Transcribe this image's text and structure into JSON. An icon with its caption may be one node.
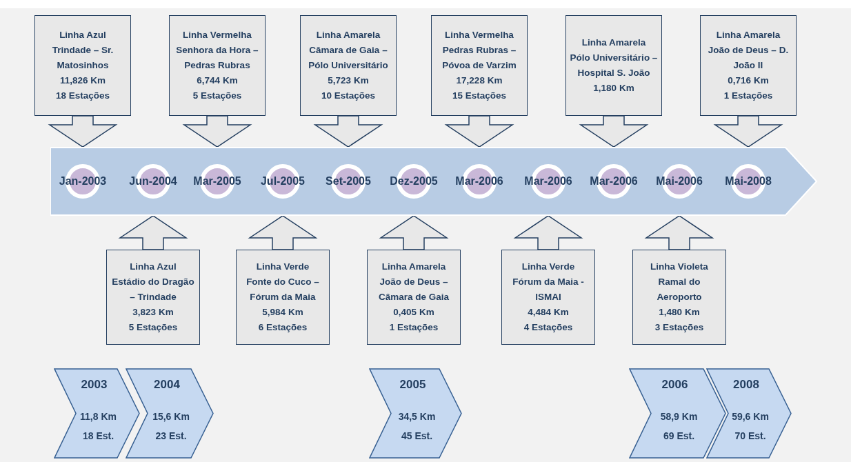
{
  "diagram": {
    "nodes": [
      {
        "text": [
          "Linha Azul",
          "Trindade – Sr. Matosinhos",
          "11,826 Km",
          "18 Estações"
        ]
      },
      {
        "text": [
          "Linha Vermelha",
          "Senhora da Hora – Pedras Rubras",
          "6,744 Km",
          "5 Estações"
        ]
      },
      {
        "text": [
          "Linha Amarela",
          "Câmara de Gaia – Pólo Universitário",
          "5,723 Km",
          "10 Estações"
        ]
      },
      {
        "text": [
          "Linha Vermelha",
          "Pedras Rubras – Póvoa de Varzim",
          "17,228 Km",
          "15 Estações"
        ]
      },
      {
        "text": [
          "Linha Amarela",
          "Pólo Universitário – Hospital S. João",
          "1,180 Km"
        ]
      },
      {
        "text": [
          "Linha Amarela",
          "João de Deus – D. João II",
          "0,716 Km",
          "1 Estações"
        ]
      },
      {
        "text": [],
        "shape": "arrow"
      },
      {
        "text": [
          "Jan-2003"
        ],
        "in": 6
      },
      {
        "text": [
          "Jun-2004"
        ],
        "in": 6
      },
      {
        "text": [
          "Mar-2005"
        ],
        "in": 6
      },
      {
        "text": [
          "Jul-2005"
        ],
        "in": 6
      },
      {
        "text": [
          "Set-2005"
        ],
        "in": 6
      },
      {
        "text": [
          "Dez-2005"
        ],
        "in": 6
      },
      {
        "text": [
          "Mar-2006"
        ],
        "in": 6
      },
      {
        "text": [
          "Mar-2006"
        ],
        "in": 6
      },
      {
        "text": [
          "Mar-2006"
        ],
        "in": 6
      },
      {
        "text": [
          "Mai-2006"
        ],
        "in": 6
      },
      {
        "text": [
          "Mai-2008"
        ],
        "in": 6
      },
      {
        "text": [
          "Linha Azul",
          "Estádio do Dragão – Trindade",
          "3,823 Km",
          "5 Estações"
        ]
      },
      {
        "text": [
          "Linha Verde",
          "Fonte do Cuco – Fórum da Maia",
          "5,984 Km",
          "6 Estações"
        ]
      },
      {
        "text": [
          "Linha Amarela",
          "João de Deus – Câmara de Gaia",
          "0,405 Km",
          "1 Estações"
        ]
      },
      {
        "text": [
          "Linha Verde",
          "Fórum da Maia - ISMAI",
          "4,484 Km",
          "4 Estações"
        ]
      },
      {
        "text": [
          "Linha Violeta",
          "Ramal do Aeroporto",
          "1,480 Km",
          "3 Estações"
        ]
      },
      {
        "text": [
          "2003",
          "11,8 Km",
          "18 Est."
        ]
      },
      {
        "text": [
          "2004",
          "15,6 Km",
          "23 Est."
        ]
      },
      {
        "text": [
          "2005",
          "34,5 Km",
          "45 Est."
        ]
      },
      {
        "text": [
          "2006",
          "58,9 Km",
          "69 Est."
        ]
      },
      {
        "text": [
          "2008",
          "59,6 Km",
          "70 Est."
        ]
      }
    ],
    "edges": [
      {
        "from": 0,
        "to": 7,
        "arrow": "to"
      },
      {
        "from": 1,
        "to": 9,
        "arrow": "to"
      },
      {
        "from": 2,
        "to": 11,
        "arrow": "to"
      },
      {
        "from": 3,
        "to": 13,
        "arrow": "to"
      },
      {
        "from": 4,
        "to": 15,
        "arrow": "to"
      },
      {
        "from": 5,
        "to": 17,
        "arrow": "to"
      },
      {
        "from": 18,
        "to": 8,
        "arrow": "to"
      },
      {
        "from": 19,
        "to": 10,
        "arrow": "to"
      },
      {
        "from": 20,
        "to": 12,
        "arrow": "to"
      },
      {
        "from": 21,
        "to": 14,
        "arrow": "to"
      },
      {
        "from": 22,
        "to": 16,
        "arrow": "to"
      }
    ]
  }
}
